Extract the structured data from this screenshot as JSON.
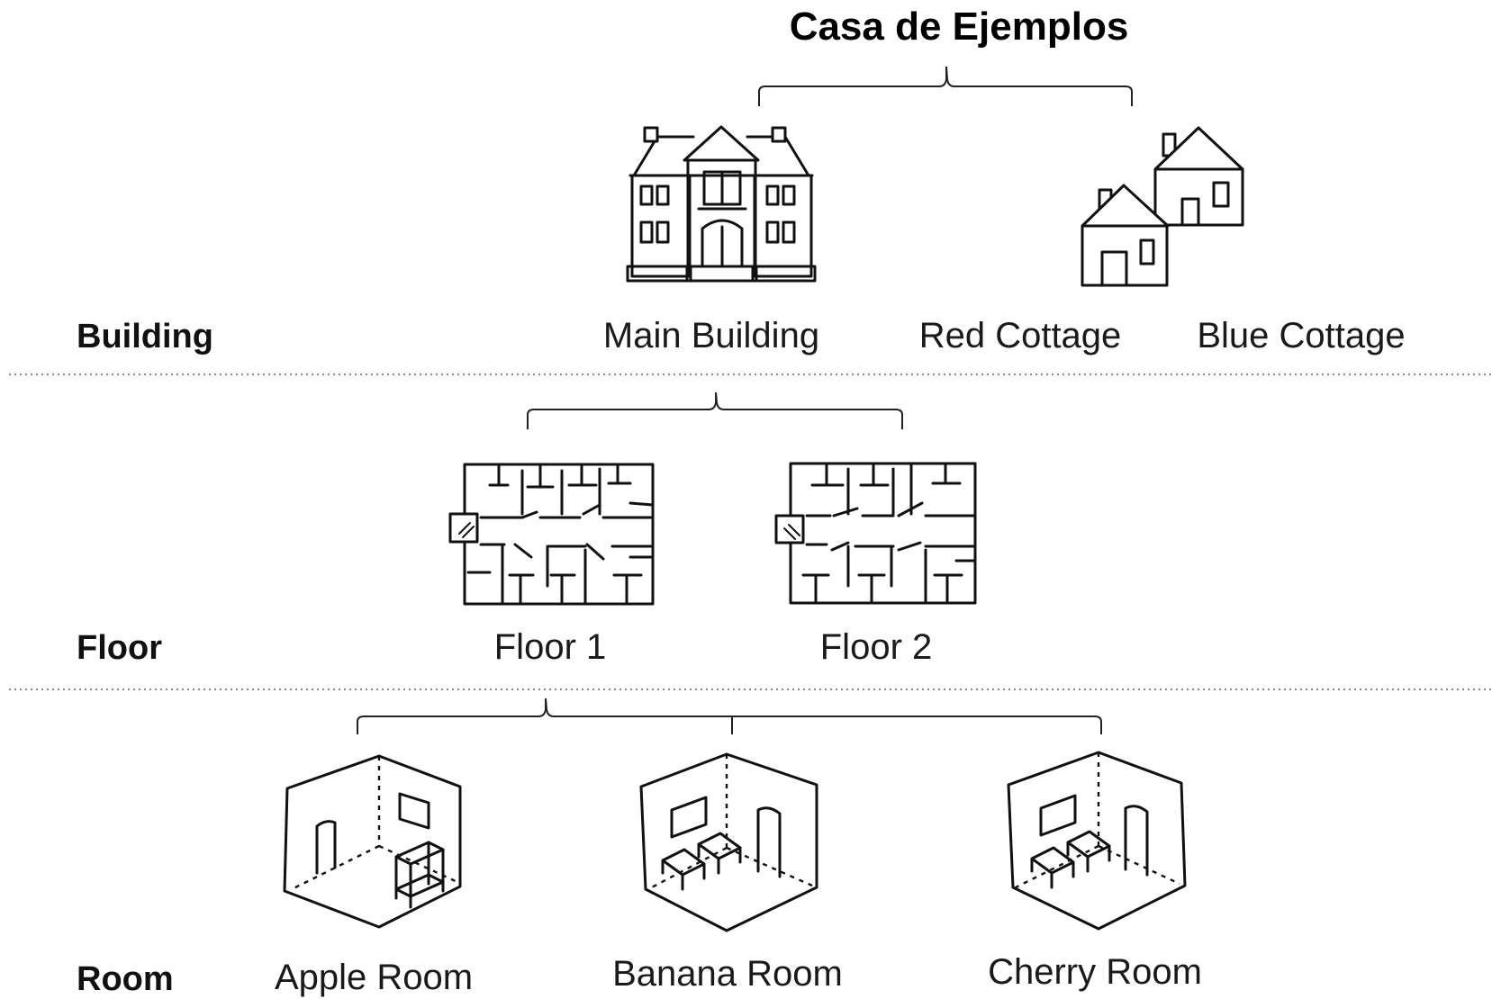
{
  "title": "Casa de Ejemplos",
  "levels": {
    "building": "Building",
    "floor": "Floor",
    "room": "Room"
  },
  "buildings": [
    "Main Building",
    "Red Cottage",
    "Blue Cottage"
  ],
  "floors": [
    "Floor 1",
    "Floor 2"
  ],
  "rooms": [
    "Apple Room",
    "Banana Room",
    "Cherry Room"
  ],
  "icons": {
    "main_building": "mansion-icon",
    "cottages": "cottage-pair-icon",
    "floor_plan": "floor-plan-icon",
    "room": "room-icon"
  }
}
